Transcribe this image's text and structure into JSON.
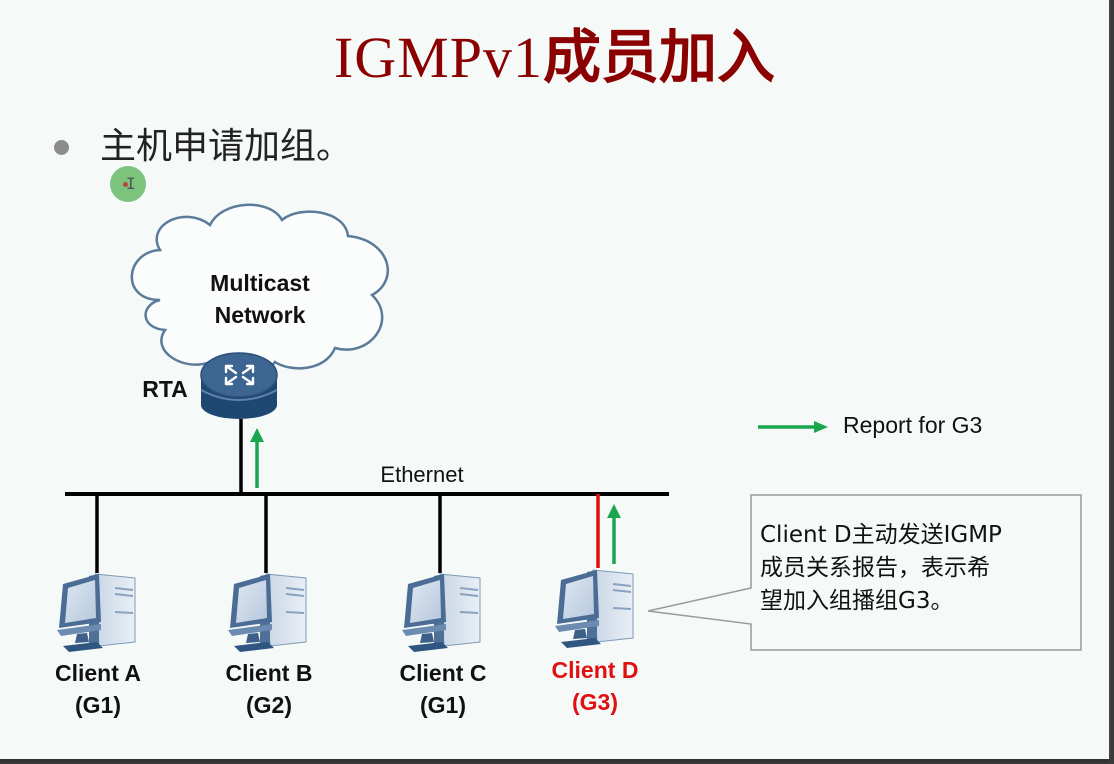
{
  "slide": {
    "title_latin": "IGMPv1",
    "title_cjk": "成员加入",
    "bullet": "主机申请加组。"
  },
  "diagram": {
    "cloud_label_line1": "Multicast",
    "cloud_label_line2": "Network",
    "router_label": "RTA",
    "bus_label": "Ethernet",
    "clients": [
      {
        "name": "Client A",
        "group": "(G1)",
        "highlight": false
      },
      {
        "name": "Client B",
        "group": "(G2)",
        "highlight": false
      },
      {
        "name": "Client C",
        "group": "(G1)",
        "highlight": false
      },
      {
        "name": "Client D",
        "group": "(G3)",
        "highlight": true
      }
    ],
    "legend": {
      "label": "Report for G3",
      "color": "#1aa64f"
    },
    "callout": {
      "lines": [
        "Client D主动发送IGMP",
        "成员关系报告，表示希",
        "望加入组播组G3。"
      ]
    },
    "colors": {
      "title": "#8b0000",
      "highlight": "#e01010",
      "report_arrow": "#1aa64f",
      "device_blue": "#2f5680"
    }
  }
}
